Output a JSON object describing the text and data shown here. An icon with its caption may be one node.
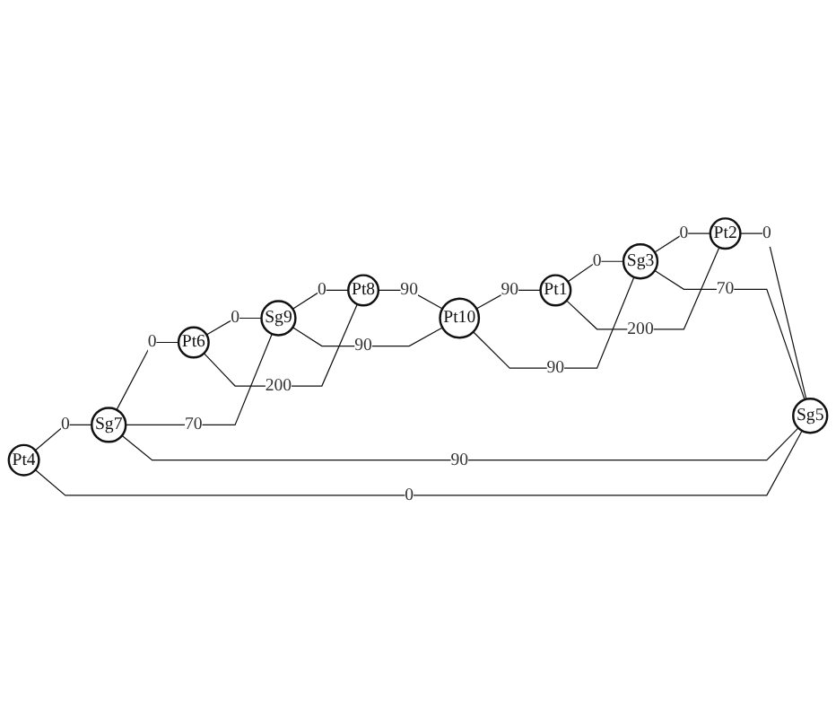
{
  "diagram": {
    "nodes": [
      {
        "text": [
          "Pt4"
        ]
      },
      {
        "text": [
          "Sg7"
        ]
      },
      {
        "text": [
          "Pt6"
        ]
      },
      {
        "text": [
          "Sg5"
        ]
      },
      {
        "text": [
          "Pt2"
        ]
      },
      {
        "text": [
          "Sg9"
        ]
      },
      {
        "text": [
          "Sg3"
        ]
      },
      {
        "text": [
          "Pt8"
        ]
      },
      {
        "text": [
          "Pt1"
        ]
      },
      {
        "text": [
          "Pt10"
        ]
      }
    ],
    "edges": [
      {
        "from": 0,
        "to": 1,
        "arrow": "none",
        "label": "0"
      },
      {
        "from": 1,
        "to": 2,
        "arrow": "none",
        "label": "0"
      },
      {
        "from": 2,
        "to": 5,
        "arrow": "none",
        "label": "0"
      },
      {
        "from": 5,
        "to": 7,
        "arrow": "none",
        "label": "0"
      },
      {
        "from": 7,
        "to": 9,
        "arrow": "none",
        "label": "90"
      },
      {
        "from": 9,
        "to": 8,
        "arrow": "none",
        "label": "90"
      },
      {
        "from": 8,
        "to": 6,
        "arrow": "none",
        "label": "0"
      },
      {
        "from": 6,
        "to": 4,
        "arrow": "none",
        "label": "0"
      },
      {
        "from": 4,
        "to": 3,
        "arrow": "none",
        "label": "0"
      },
      {
        "from": 3,
        "to": 0,
        "arrow": "none",
        "label": "0"
      },
      {
        "from": 3,
        "to": 1,
        "arrow": "none",
        "label": "90"
      },
      {
        "from": 1,
        "to": 5,
        "arrow": "none",
        "label": "70"
      },
      {
        "from": 2,
        "to": 7,
        "arrow": "none",
        "label": "200"
      },
      {
        "from": 5,
        "to": 9,
        "arrow": "none",
        "label": "90"
      },
      {
        "from": 6,
        "to": 9,
        "arrow": "none",
        "label": "90"
      },
      {
        "from": 3,
        "to": 6,
        "arrow": "none",
        "label": "70"
      },
      {
        "from": 4,
        "to": 8,
        "arrow": "none",
        "label": "200"
      }
    ]
  }
}
